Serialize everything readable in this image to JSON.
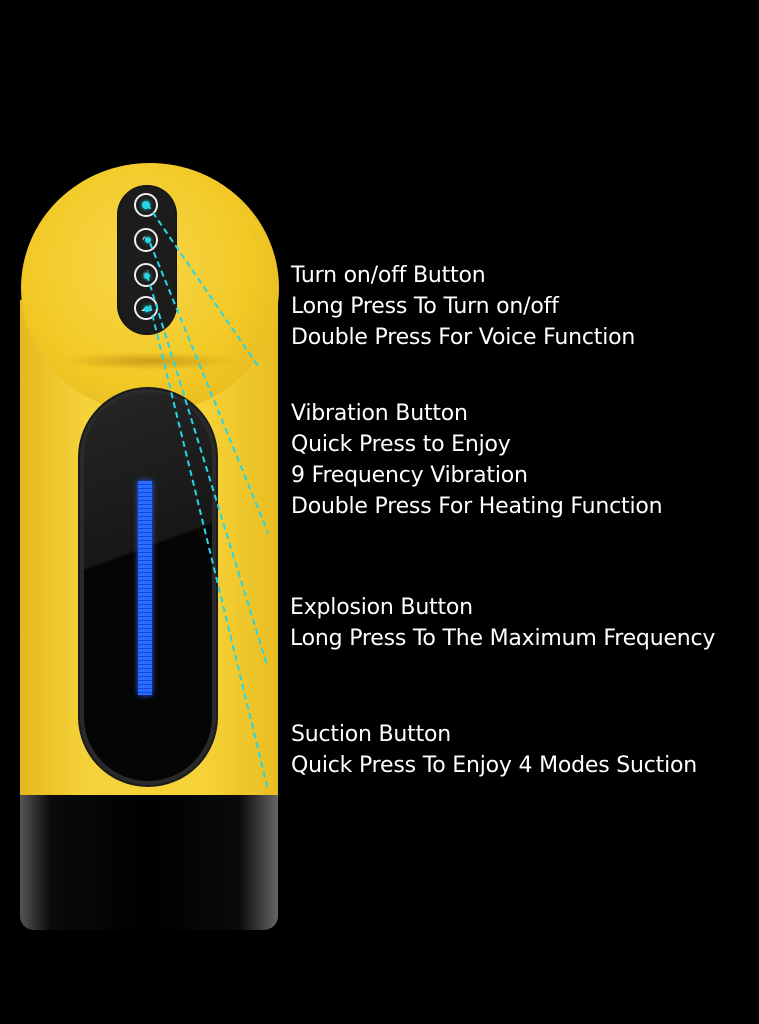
{
  "colors": {
    "background": "#000000",
    "device_yellow": "#f5d23a",
    "device_black": "#000000",
    "leader_line": "#26d6e6",
    "indicator_blue": "#2a6cff",
    "text": "#ffffff"
  },
  "device": {
    "buttons": [
      {
        "id": "power",
        "icon": "power-icon"
      },
      {
        "id": "vibration",
        "icon": "vibration-wave-icon"
      },
      {
        "id": "explosion",
        "icon": "hand-press-icon"
      },
      {
        "id": "suction",
        "icon": "suction-cloud-icon"
      }
    ],
    "screen": {
      "indicator": "blue-level-bar"
    }
  },
  "callouts": [
    {
      "title": "Turn on/off Button",
      "lines": [
        "Long Press To Turn on/off",
        "Double Press For Voice Function"
      ]
    },
    {
      "title": "Vibration Button",
      "lines": [
        "Quick Press to Enjoy",
        "9 Frequency Vibration",
        "Double Press For Heating Function"
      ]
    },
    {
      "title": "Explosion Button",
      "lines": [
        "Long Press To The Maximum Frequency"
      ]
    },
    {
      "title": "Suction Button",
      "lines": [
        "Quick Press To Enjoy 4 Modes Suction"
      ]
    }
  ]
}
